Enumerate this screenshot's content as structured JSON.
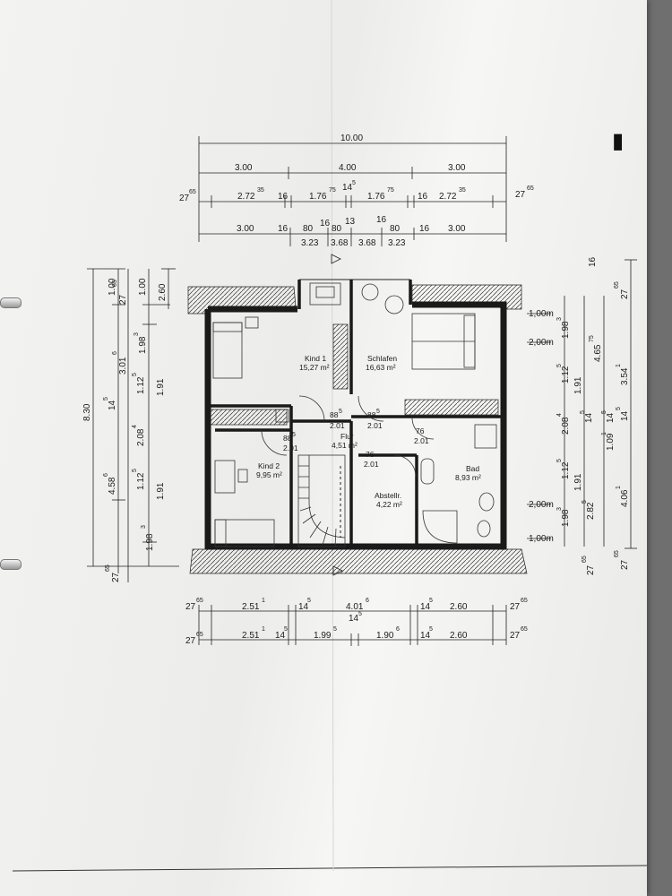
{
  "page_mark": "▮",
  "dims": {
    "top": {
      "total": "10.00",
      "row1": [
        "3.00",
        "4.00",
        "3.00"
      ],
      "row2": {
        "edge_left": "27",
        "edge_left_sup": "65",
        "a": "2.72",
        "a_sup": "35",
        "b": "16",
        "c": "1.76",
        "c_sup": "75",
        "d": "14",
        "d_sup": "5",
        "e": "1.76",
        "e_sup": "75",
        "f": "16",
        "g": "2.72",
        "g_sup": "35",
        "edge_right": "27",
        "edge_right_sup": "65"
      },
      "row3": [
        "3.00",
        "16",
        "80",
        "16",
        "80",
        "13",
        "16",
        "80",
        "16",
        "3.00"
      ],
      "row4": [
        "3.23",
        "3.68",
        "3.68",
        "3.23"
      ]
    },
    "left": {
      "total": "8.30",
      "col1": [
        "1.00",
        "4.58",
        "1.98"
      ],
      "col1_sup": [
        "",
        "6",
        "3"
      ],
      "col2": [
        "27",
        "3.01",
        "14",
        "1.12",
        "2.08",
        "1.12",
        "27"
      ],
      "col2_sup": [
        "65",
        "6",
        "5",
        "5",
        "4",
        "5",
        "65"
      ],
      "col3": [
        "1.00",
        "1.98",
        "1.91",
        "1.91"
      ],
      "col3_sup": [
        "",
        "3",
        "",
        ""
      ],
      "col4": "2.60"
    },
    "right": {
      "col1": [
        "1.98",
        "1.12",
        "2.08",
        "1.12",
        "1.98"
      ],
      "col1_sup": [
        "3",
        "5",
        "4",
        "5",
        "3"
      ],
      "col2": [
        "1.91",
        "14",
        "1.91",
        "2.82",
        "27"
      ],
      "col2_sup": [
        "",
        "5",
        "",
        "5",
        "65"
      ],
      "col3": [
        "4.65",
        "1.09",
        "14"
      ],
      "col3_sup": [
        "75",
        "1",
        "5"
      ],
      "col4": [
        "16",
        "27",
        "3.54",
        "14",
        "4.06",
        "27"
      ],
      "col4_sup": [
        "",
        "65",
        "1",
        "5",
        "1",
        "65"
      ],
      "levels": [
        "1,00m",
        "2,00m",
        "2,00m",
        "1,00m"
      ]
    },
    "bottom": {
      "row1": {
        "edge_left": "27",
        "edge_left_sup": "65",
        "a": "2.51",
        "a_sup": "1",
        "b": "14",
        "b_sup": "5",
        "c": "4.01",
        "c_sup": "6",
        "d": "14",
        "d_sup": "5",
        "e": "2.60",
        "edge_right": "27",
        "edge_right_sup": "65"
      },
      "mid": "14",
      "mid_sup": "5",
      "row2": {
        "edge_left": "27",
        "edge_left_sup": "65",
        "a": "2.51",
        "a_sup": "1",
        "b": "14",
        "b_sup": "5",
        "c": "1.99",
        "c_sup": "5",
        "d": "1.90",
        "d_sup": "6",
        "e": "14",
        "e_sup": "5",
        "f": "2.60",
        "edge_right": "27",
        "edge_right_sup": "65"
      }
    }
  },
  "rooms": [
    {
      "name": "Kind 1",
      "area": "15,27 m²"
    },
    {
      "name": "Schlafen",
      "area": "16,63 m²"
    },
    {
      "name": "Flur",
      "area": "4,51 m²"
    },
    {
      "name": "Kind 2",
      "area": "9,95 m²"
    },
    {
      "name": "Abstellr.",
      "area": "4,22 m²"
    },
    {
      "name": "Bad",
      "area": "8,93 m²"
    }
  ],
  "doors": [
    {
      "w": "88",
      "w_sup": "5",
      "h": "2.01"
    },
    {
      "w": "88",
      "w_sup": "5",
      "h": "2.01"
    },
    {
      "w": "88",
      "w_sup": "5",
      "h": "2.01"
    },
    {
      "w": "76",
      "h": "2.01"
    },
    {
      "w": "76",
      "h": "2.01"
    }
  ]
}
